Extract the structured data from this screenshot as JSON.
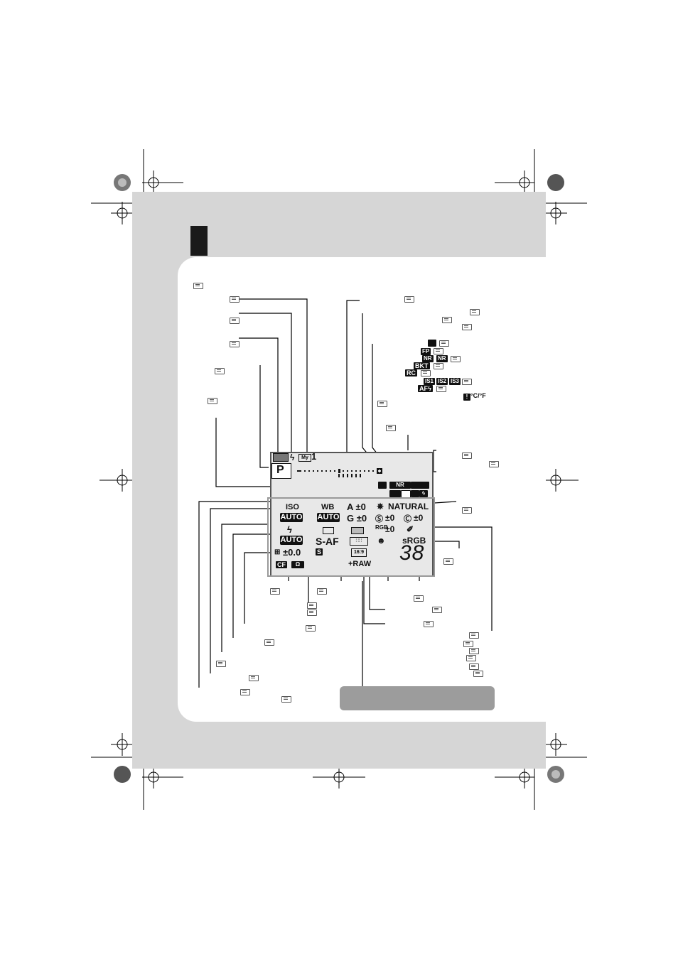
{
  "panel": {
    "mode": "P",
    "myset_label": "My",
    "myset_number": "1",
    "flash_mode_symbol": "ϟ",
    "iso_label": "ISO",
    "iso_value": "AUTO",
    "wb_label": "WB",
    "wb_value": "AUTO",
    "wb_a": "A ±0",
    "wb_g": "G ±0",
    "picture_mode": "NATURAL",
    "sharpness": "±0",
    "contrast": "±0",
    "saturation": "±0",
    "flash_mode": "AUTO",
    "flash_comp": "±0.0",
    "af_mode": "S-AF",
    "color_space": "sRGB",
    "shots_remaining": "38",
    "card": "CF",
    "record_mode": "+RAW",
    "aspect": "16:9",
    "noise_reduction": "NR",
    "stabilizer": "S"
  },
  "indicators": {
    "fp": "FP",
    "nr_a": "NR",
    "nr": "NR",
    "bkt": "BKT",
    "rc": "RC",
    "is1": "IS1",
    "is2": "IS2",
    "is3": "IS3",
    "af_flash": "AFϟ",
    "temp": "°C/°F"
  },
  "icons": [
    "page-reference-icon",
    "battery-icon",
    "flash-icon",
    "myset-icon",
    "drive-icon",
    "smile-icon",
    "pencil-icon",
    "exposure-bar-icon"
  ],
  "colors": {
    "sheet": "#d6d6d6",
    "label_box": "#9c9c9c",
    "tab": "#1a1a1a"
  }
}
